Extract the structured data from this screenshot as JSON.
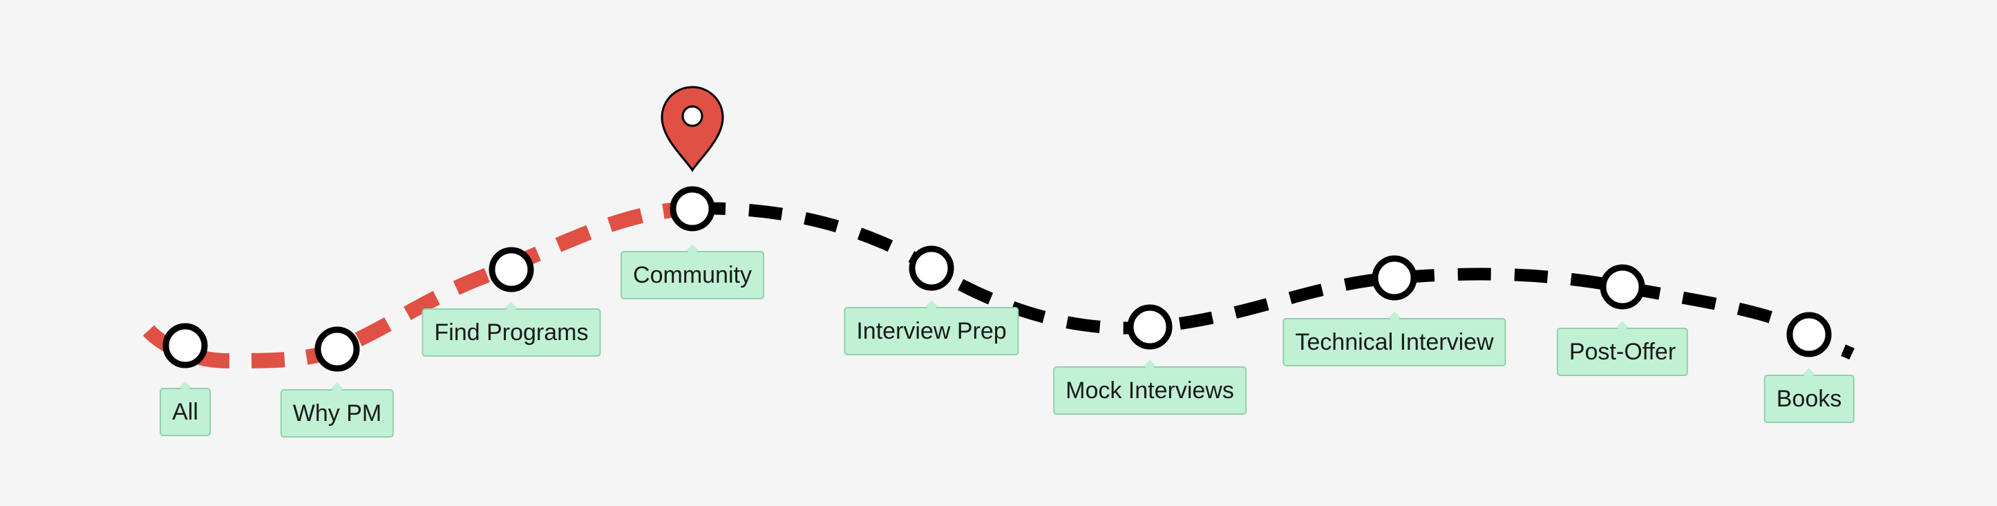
{
  "roadmap": {
    "current_index": 3,
    "colors": {
      "completed": "#e05045",
      "remaining": "#000000",
      "node_fill": "#ffffff",
      "node_stroke": "#000000",
      "label_bg": "#c0f1d5",
      "label_border": "#93cfac",
      "marker": "#e05045",
      "background": "#f5f5f5"
    },
    "marker_icon": "location-pin-icon",
    "stops": [
      {
        "label": "All"
      },
      {
        "label": "Why PM"
      },
      {
        "label": "Find Programs"
      },
      {
        "label": "Community"
      },
      {
        "label": "Interview Prep"
      },
      {
        "label": "Mock Interviews"
      },
      {
        "label": "Technical Interview"
      },
      {
        "label": "Post-Offer"
      },
      {
        "label": "Books"
      }
    ]
  }
}
